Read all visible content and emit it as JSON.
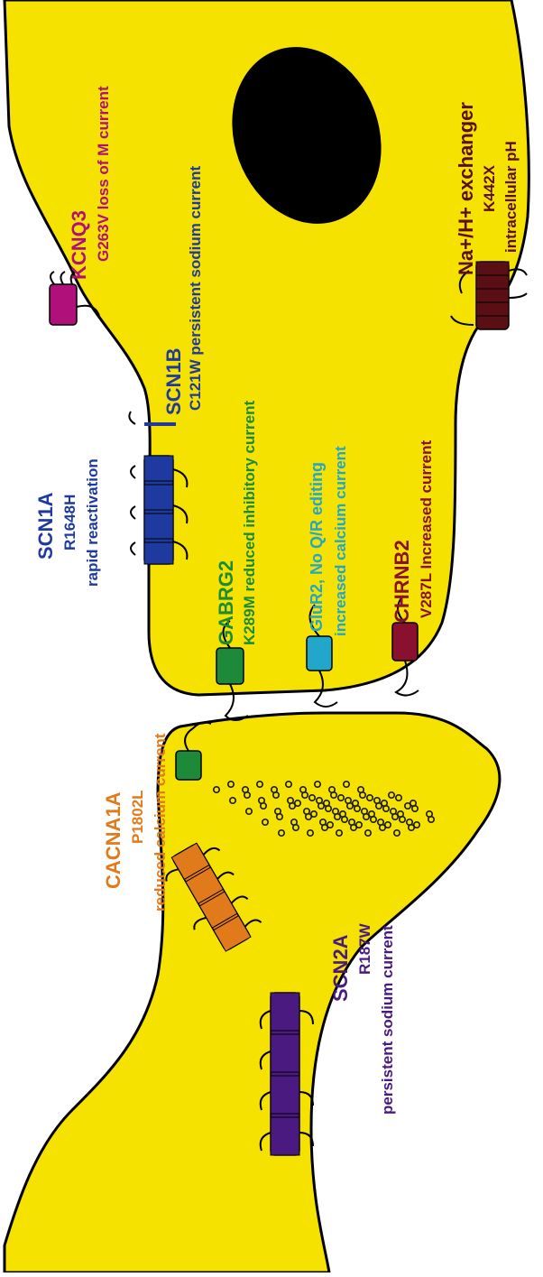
{
  "colors": {
    "cell": "#f5e200",
    "nucleus": "#000000",
    "scn1a": "#1f3a9e",
    "scn1b": "#1f3a9e",
    "kcnq3": "#b0107a",
    "gabrg2": "#1d8a3a",
    "glur2": "#22a6c9",
    "chrnb2": "#8a1030",
    "exchanger": "#5a0f15",
    "cacna1a": "#e07a1a",
    "scn2a": "#4a1a80",
    "vesicle": "#1a1a1a"
  },
  "labels": {
    "kcnq3": {
      "name": "KCNQ3",
      "mutation": "G263V loss of M current"
    },
    "scn1b": {
      "name": "SCN1B",
      "mutation": "C121W persistent sodium current"
    },
    "scn1a": {
      "name": "SCN1A",
      "mutation": "R1648H",
      "effect": "rapid reactivation"
    },
    "gabrg2": {
      "name": "GABRG2",
      "mutation": "K289M reduced inhibitory current"
    },
    "glur2": {
      "name": "GluR2, No Q/R editing",
      "effect": "increased calcium current"
    },
    "chrnb2": {
      "name": "CHRNB2",
      "mutation": "V287L Increased current"
    },
    "exchanger": {
      "name": "Na+/H+ exchanger",
      "mutation": "K442X",
      "effect": "intracellular pH"
    },
    "cacna1a": {
      "name": "CACNA1A",
      "mutation": "P1802L",
      "effect": "reduced calcium current"
    },
    "scn2a": {
      "name": "SCN2A",
      "mutation": "R187W",
      "effect": "persistent sodium current"
    }
  }
}
